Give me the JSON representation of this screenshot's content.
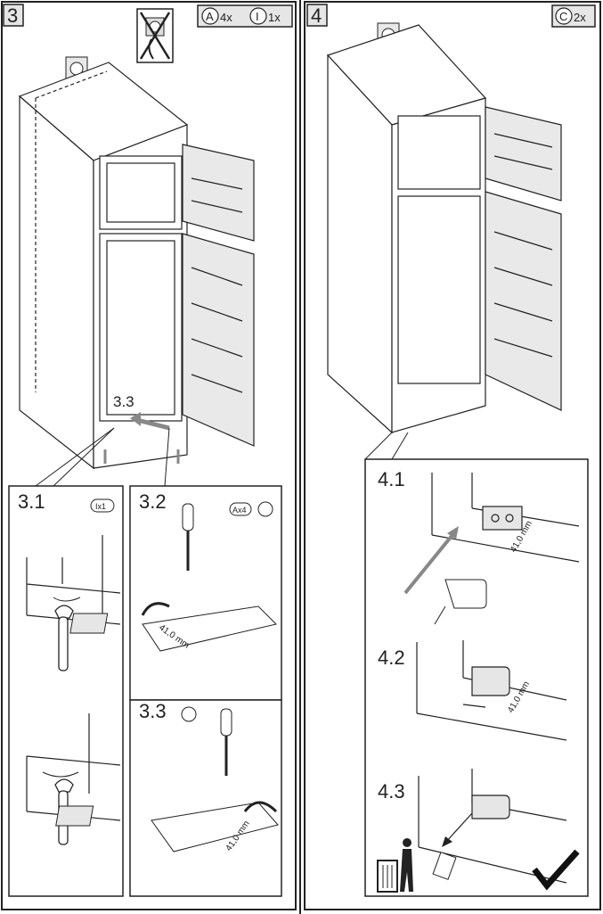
{
  "panel3": {
    "number": "3",
    "part_a_letter": "A",
    "part_a_qty": "4x",
    "part_i_letter": "I",
    "part_i_qty": "1x",
    "hinge_step": "3.3",
    "step_31": {
      "label": "3.1",
      "tool_tag": "Ix1"
    },
    "step_32": {
      "label": "3.2",
      "tool_tag": "Ax4",
      "dimension": "41,0 mm"
    },
    "step_33": {
      "label": "3.3",
      "dimension": "41,0 mm"
    }
  },
  "panel4": {
    "number": "4",
    "part_c_letter": "C",
    "part_c_qty": "2x",
    "step_41": {
      "label": "4.1",
      "dimension": "41,0 mm"
    },
    "step_42": {
      "label": "4.2",
      "dimension": "41,0 mm"
    },
    "step_43": {
      "label": "4.3"
    }
  },
  "icons": [
    "no-power-plug-icon",
    "wall-socket-icon",
    "screwdriver-icon",
    "torx-screw-icon",
    "wrench-icon",
    "trash-bin-person-icon",
    "checkmark-icon"
  ],
  "colors": {
    "line": "#222222",
    "panel_bg": "#ffffff",
    "arrow_grey": "#8a8a8a",
    "label_box": "#e6e6e6",
    "door_grey": "#cfcfcf"
  }
}
